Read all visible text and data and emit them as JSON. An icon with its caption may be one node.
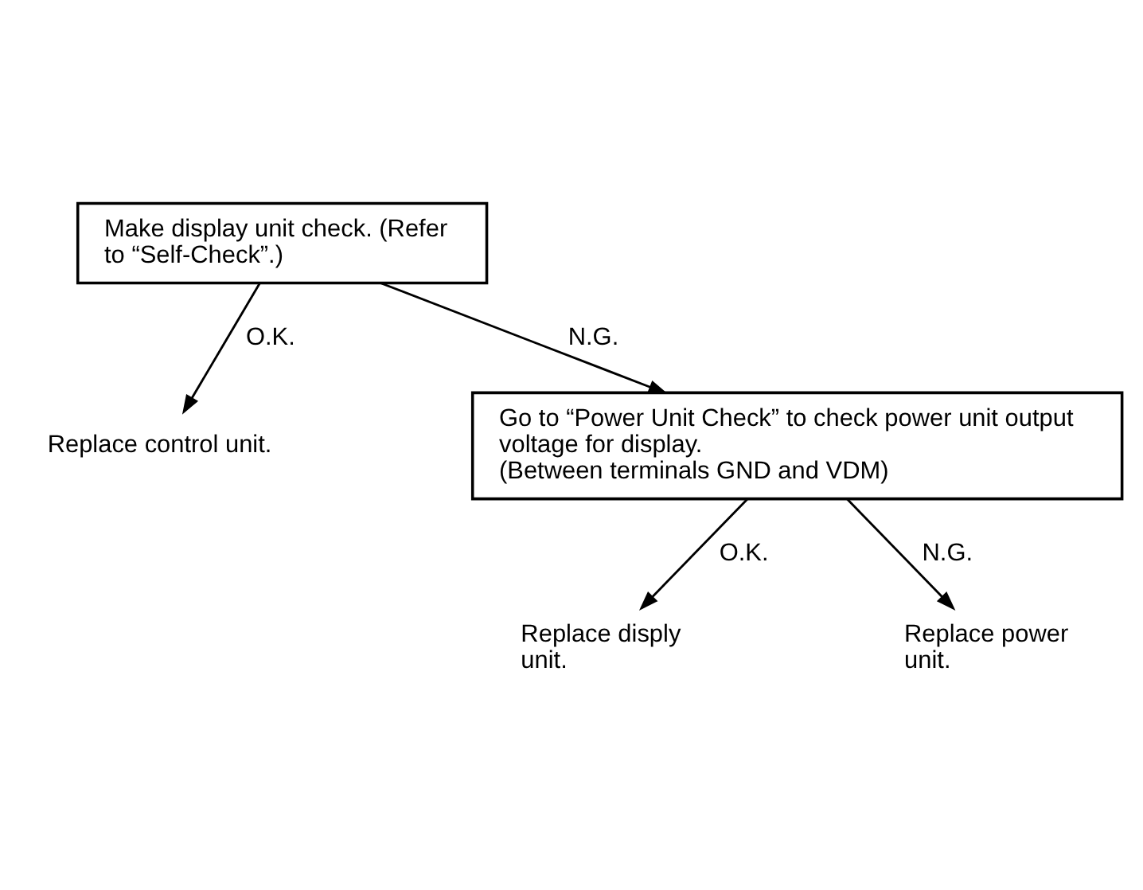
{
  "diagram": {
    "nodes": [
      {
        "text": [
          "Make display unit check. (Refer to “Self-Check”.)"
        ]
      },
      {
        "text": [
          "Replace control unit."
        ]
      },
      {
        "text": [
          "Go to “Power Unit Check” to check power unit output voltage for display.",
          "(Between terminals GND and VDM)"
        ]
      },
      {
        "text": [
          "Replace disply unit."
        ]
      },
      {
        "text": [
          "Replace power unit."
        ]
      }
    ],
    "edges": [
      {
        "from": 0,
        "to": 1,
        "arrow": "to",
        "label": "O.K."
      },
      {
        "from": 0,
        "to": 2,
        "arrow": "to",
        "label": "N.G."
      },
      {
        "from": 2,
        "to": 3,
        "arrow": "to",
        "label": "O.K."
      },
      {
        "from": 2,
        "to": 4,
        "arrow": "to",
        "label": "N.G."
      }
    ]
  }
}
